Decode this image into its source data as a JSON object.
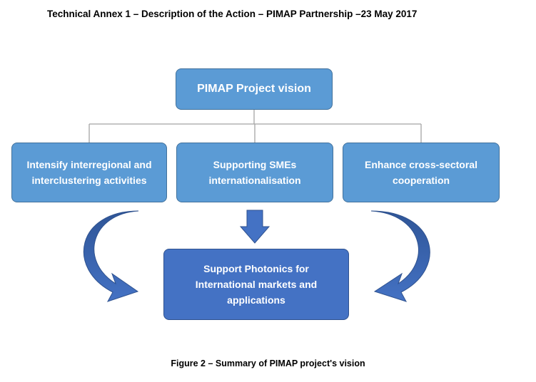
{
  "header": {
    "text": "Technical Annex 1 – Description of the Action – PIMAP Partnership –23 May 2017"
  },
  "diagram": {
    "vision": "PIMAP Project vision",
    "activities": [
      "Intensify interregional and interclustering activities",
      "Supporting SMEs internationalisation",
      "Enhance cross-sectoral cooperation"
    ],
    "goal": "Support Photonics for International markets and applications"
  },
  "caption": "Figure 2 – Summary of PIMAP project's vision",
  "colors": {
    "box_fill": "#5b9bd5",
    "goal_fill": "#4472c4",
    "connector": "#a5a5a5"
  }
}
